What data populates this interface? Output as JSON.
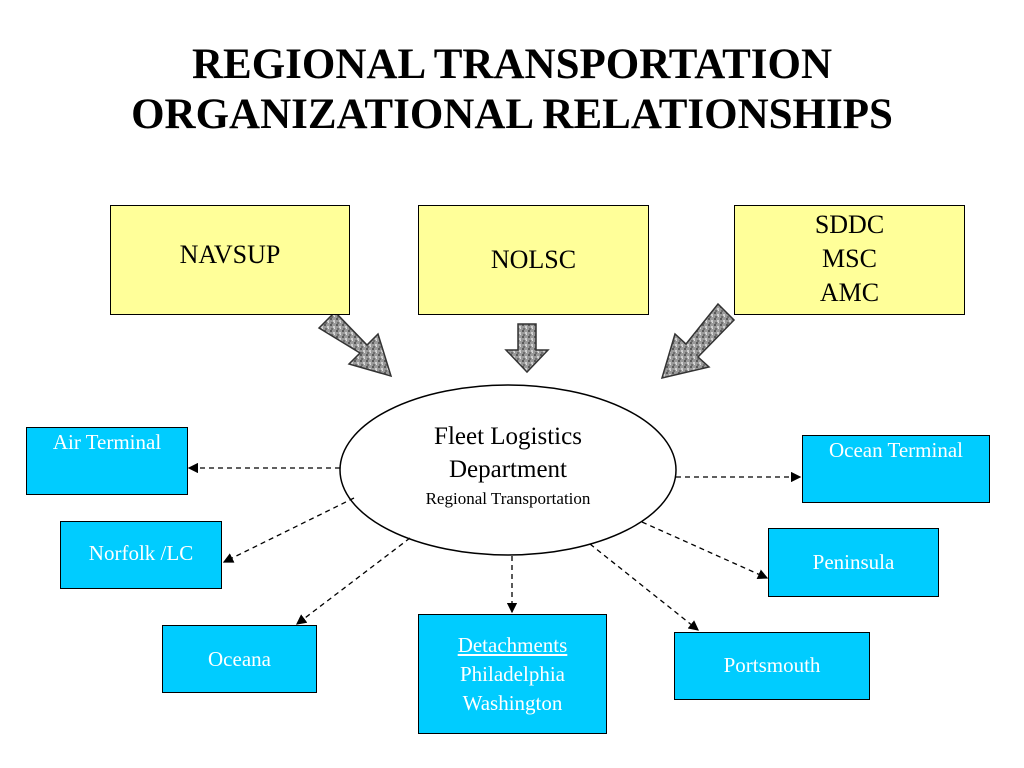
{
  "title": {
    "line1": "REGIONAL TRANSPORTATION",
    "line2": "ORGANIZATIONAL RELATIONSHIPS"
  },
  "top_boxes": {
    "navsup": "NAVSUP",
    "nolsc": "NOLSC",
    "sddc_lines": [
      "SDDC",
      "MSC",
      "AMC"
    ]
  },
  "center": {
    "line1": "Fleet Logistics",
    "line2": "Department",
    "line3": "Regional Transportation"
  },
  "nodes": {
    "air_terminal": "Air Terminal",
    "ocean_terminal": "Ocean Terminal",
    "norfolk": "Norfolk /LC",
    "peninsula": "Peninsula",
    "oceana": "Oceana",
    "portsmouth": "Portsmouth",
    "detachments": {
      "heading": "Detachments",
      "line2": "Philadelphia",
      "line3": "Washington"
    }
  },
  "colors": {
    "top_box_fill": "#ffff99",
    "node_fill": "#00ccff",
    "arrow_fill": "#9a9a9a"
  }
}
